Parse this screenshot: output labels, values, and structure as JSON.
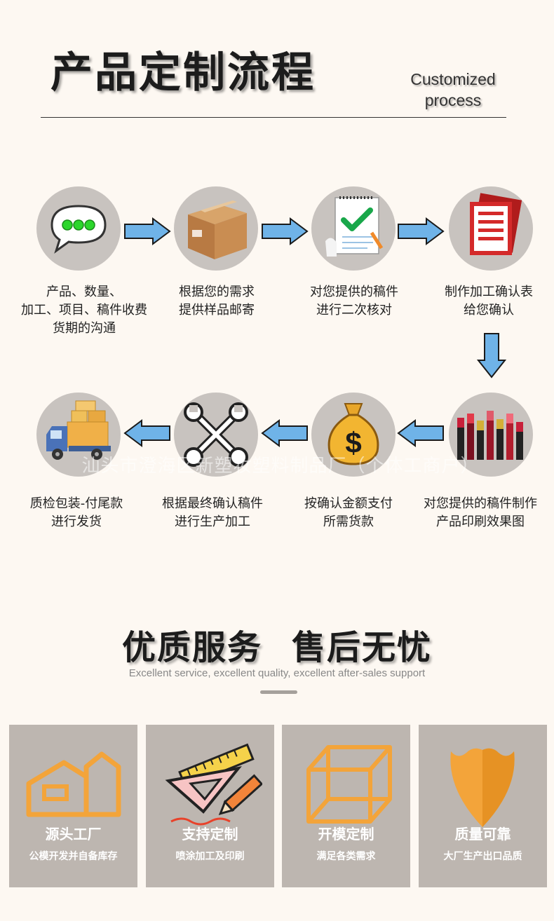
{
  "header": {
    "title": "产品定制流程",
    "subtitle_en": [
      "Customized",
      "process"
    ]
  },
  "steps": [
    {
      "icon": "chat-bubble-icon",
      "lines": [
        "产品、数量、",
        "加工、项目、稿件收费",
        "货期的沟通"
      ]
    },
    {
      "icon": "package-box-icon",
      "lines": [
        "根据您的需求",
        "提供样品邮寄"
      ]
    },
    {
      "icon": "checklist-icon",
      "lines": [
        "对您提供的稿件",
        "进行二次核对"
      ]
    },
    {
      "icon": "document-stack-icon",
      "lines": [
        "制作加工确认表",
        "给您确认"
      ]
    },
    {
      "icon": "lipstick-products-icon",
      "lines": [
        "对您提供的稿件制作",
        "产品印刷效果图"
      ]
    },
    {
      "icon": "money-bag-icon",
      "lines": [
        "按确认金额支付",
        "所需货款"
      ]
    },
    {
      "icon": "wrench-tools-icon",
      "lines": [
        "根据最终确认稿件",
        "进行生产加工"
      ]
    },
    {
      "icon": "delivery-truck-icon",
      "lines": [
        "质检包装-付尾款",
        "进行发货"
      ]
    }
  ],
  "watermark": "汕头市澄海区新塑妆塑料制品厂（个体工商户）",
  "service": {
    "title_a": "优质服务",
    "title_b": "售后无忧",
    "subtitle": "Excellent service, excellent quality, excellent after-sales support"
  },
  "features": [
    {
      "icon": "factory-house-icon",
      "title": "源头工厂",
      "desc": "公模开发并自备库存"
    },
    {
      "icon": "ruler-pencil-icon",
      "title": "支持定制",
      "desc": "喷涂加工及印刷"
    },
    {
      "icon": "cube-wireframe-icon",
      "title": "开模定制",
      "desc": "满足各类需求"
    },
    {
      "icon": "shield-icon",
      "title": "质量可靠",
      "desc": "大厂生产出口品质"
    }
  ],
  "colors": {
    "background": "#fdf8f2",
    "circle": "#c8c3bf",
    "arrow": "#6fb3e8",
    "card": "#bdb6b0",
    "accent_orange": "#f3a43a"
  }
}
